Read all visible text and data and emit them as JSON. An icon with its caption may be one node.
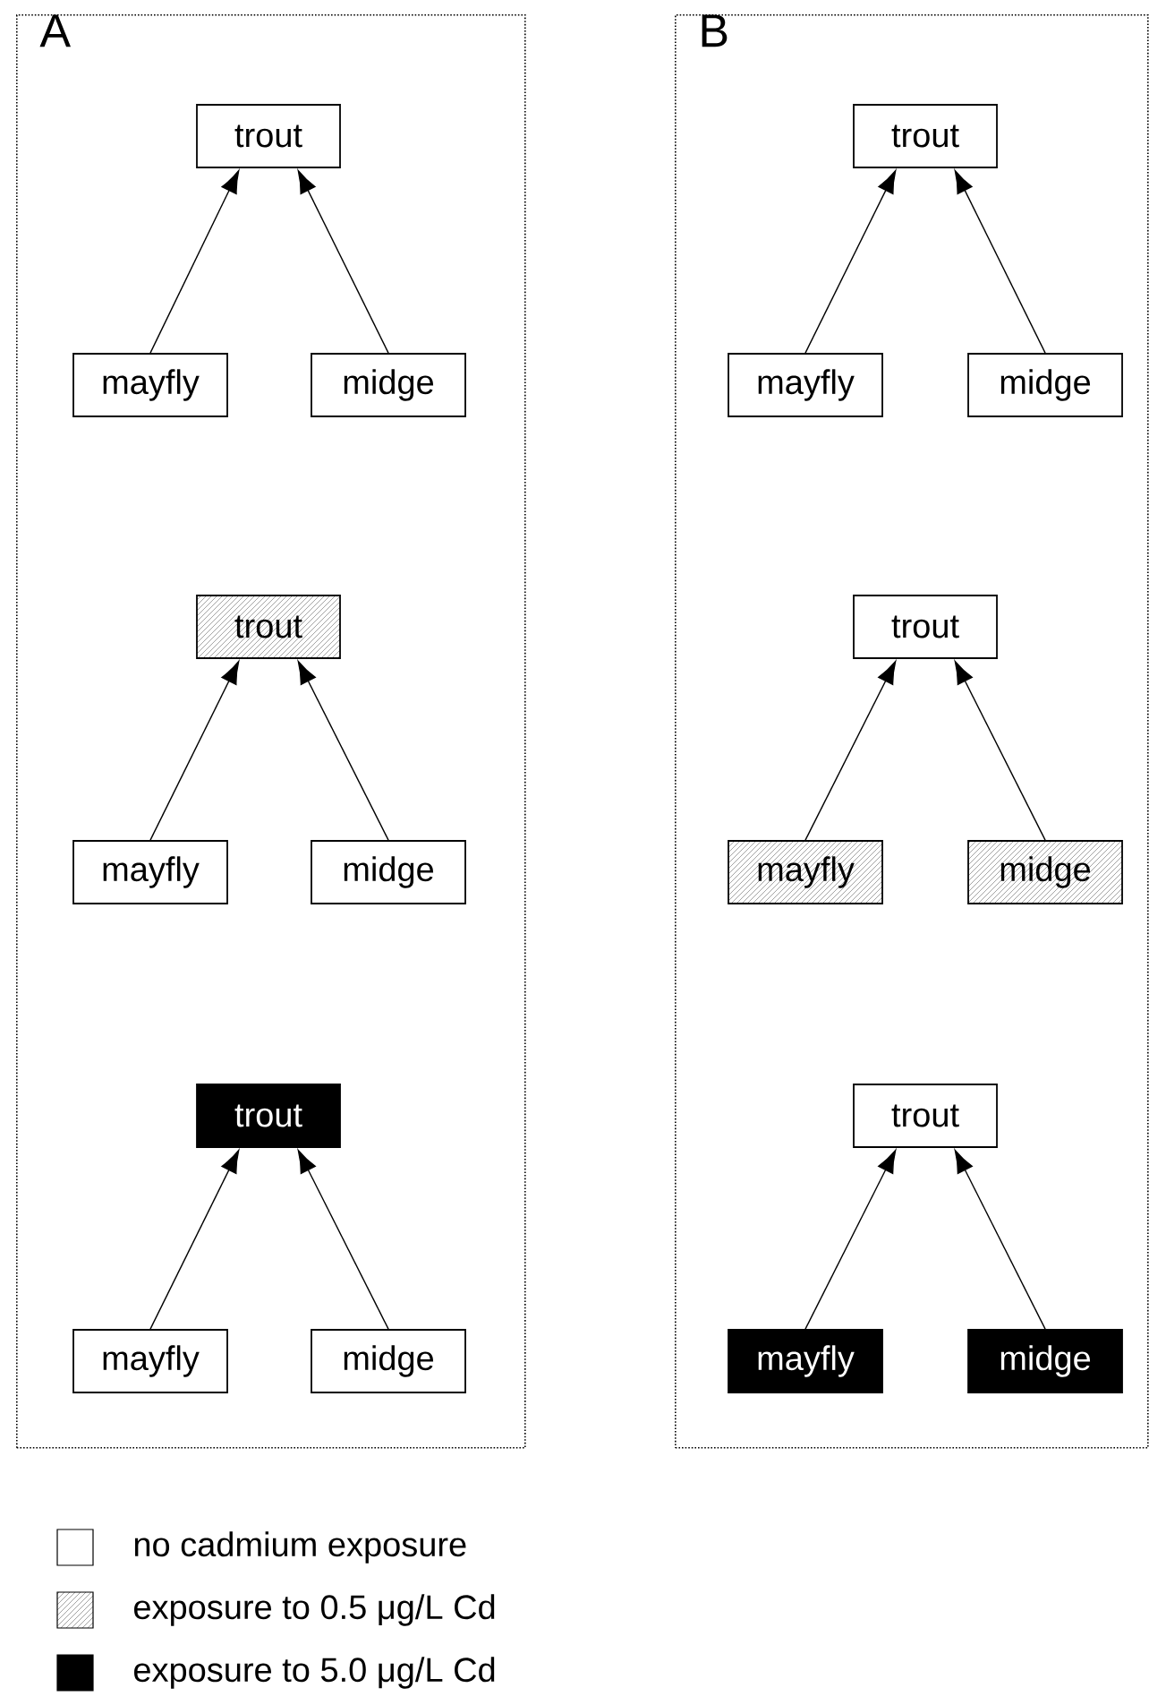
{
  "diagram": {
    "nodes": [
      {
        "text": [
          "A"
        ]
      },
      {
        "text": [
          "trout"
        ],
        "in": 0
      },
      {
        "text": [
          "mayfly"
        ],
        "in": 0
      },
      {
        "text": [
          "midge"
        ],
        "in": 0
      },
      {
        "text": [
          "trout"
        ],
        "in": 0
      },
      {
        "text": [
          "mayfly"
        ],
        "in": 0
      },
      {
        "text": [
          "midge"
        ],
        "in": 0
      },
      {
        "text": [
          "trout"
        ],
        "in": 0
      },
      {
        "text": [
          "mayfly"
        ],
        "in": 0
      },
      {
        "text": [
          "midge"
        ],
        "in": 0
      },
      {
        "text": [
          "B"
        ]
      },
      {
        "text": [
          "trout"
        ],
        "in": 10
      },
      {
        "text": [
          "mayfly"
        ],
        "in": 10
      },
      {
        "text": [
          "midge"
        ],
        "in": 10
      },
      {
        "text": [
          "trout"
        ],
        "in": 10
      },
      {
        "text": [
          "mayfly"
        ],
        "in": 10
      },
      {
        "text": [
          "midge"
        ],
        "in": 10
      },
      {
        "text": [
          "trout"
        ],
        "in": 10
      },
      {
        "text": [
          "mayfly"
        ],
        "in": 10
      },
      {
        "text": [
          "midge"
        ],
        "in": 10
      }
    ],
    "edges": [
      {
        "from": 2,
        "to": 1,
        "arrow": "to"
      },
      {
        "from": 3,
        "to": 1,
        "arrow": "to"
      },
      {
        "from": 5,
        "to": 4,
        "arrow": "to"
      },
      {
        "from": 6,
        "to": 4,
        "arrow": "to"
      },
      {
        "from": 8,
        "to": 7,
        "arrow": "to"
      },
      {
        "from": 9,
        "to": 7,
        "arrow": "to"
      },
      {
        "from": 12,
        "to": 11,
        "arrow": "to"
      },
      {
        "from": 13,
        "to": 11,
        "arrow": "to"
      },
      {
        "from": 15,
        "to": 14,
        "arrow": "to"
      },
      {
        "from": 16,
        "to": 14,
        "arrow": "to"
      },
      {
        "from": 18,
        "to": 17,
        "arrow": "to"
      },
      {
        "from": 19,
        "to": 17,
        "arrow": "to"
      }
    ],
    "legend": [
      {
        "text": "no cadmium exposure"
      },
      {
        "text": "exposure to 0.5 μg/L Cd"
      },
      {
        "text": "exposure to 5.0 μg/L Cd",
        "color": "#000000"
      }
    ]
  }
}
